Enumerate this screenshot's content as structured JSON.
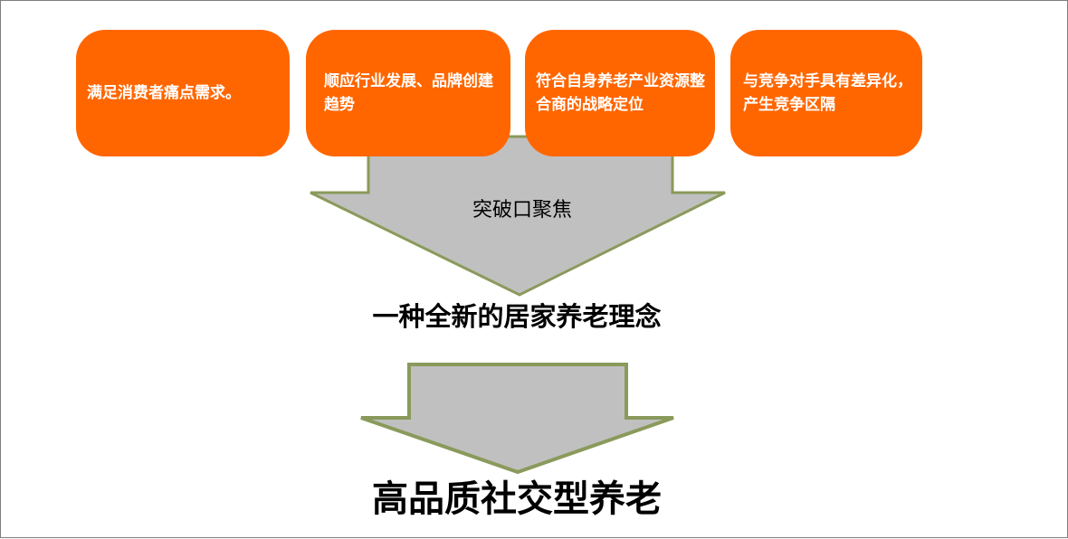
{
  "boxes": [
    "满足消费者痛点需求。",
    "顺应行业发展、品牌创建趋势",
    "符合自身养老产业资源整合商的战略定位",
    "与竞争对手具有差异化，产生竞争区隔"
  ],
  "arrow_label": "突破口聚焦",
  "concept_title": "一种全新的居家养老理念",
  "final_title": "高品质社交型养老",
  "colors": {
    "box_fill": "#ff6600",
    "arrow_fill": "#c0c0c0",
    "arrow_stroke": "#8a9a5b"
  }
}
